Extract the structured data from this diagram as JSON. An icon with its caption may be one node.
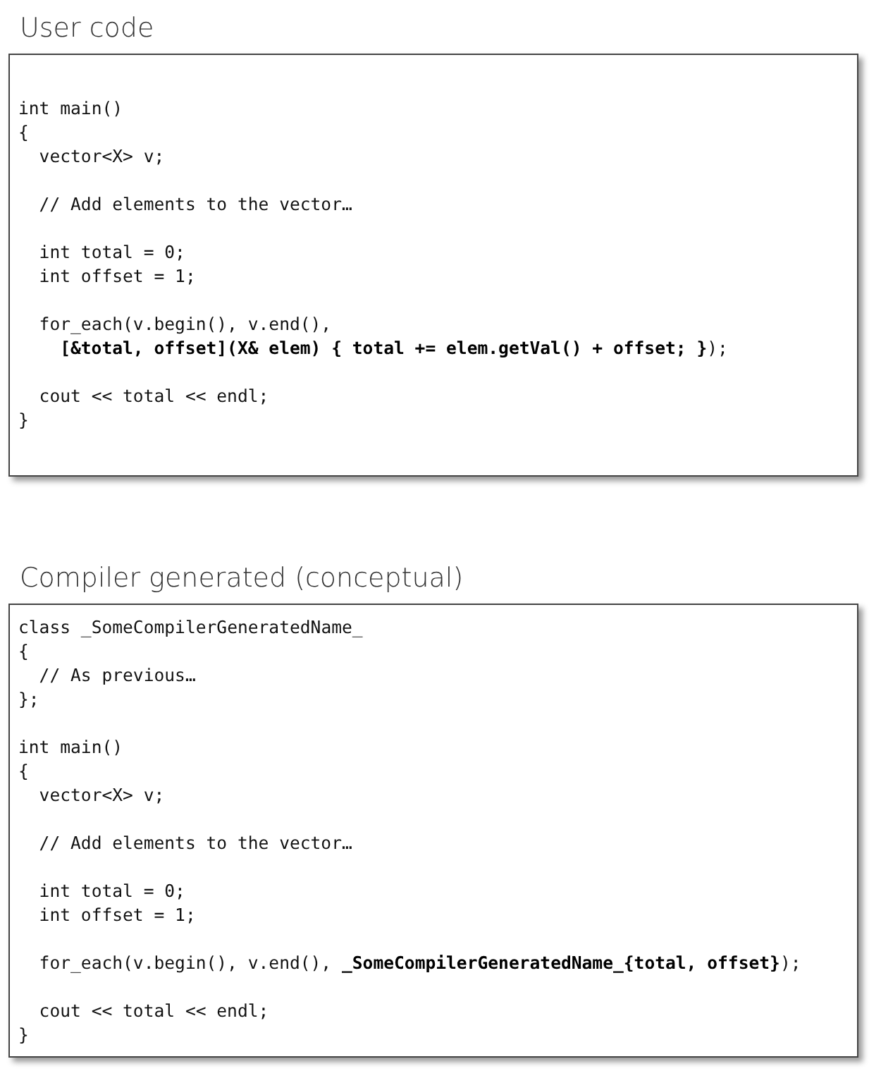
{
  "diagram": {
    "nodes": [
      {
        "text": [
          "User code",
          "int main()",
          "{",
          "vector<X> v;",
          "// Add elements to the vector…",
          "int total = 0;",
          "int offset = 1;",
          "for_each(v.begin(), v.end(),",
          "**[&total, offset](X& elem) { total += elem.getVal() + offset; }**);",
          "cout << total << endl;",
          "}"
        ]
      },
      {
        "text": [
          "Compiler generated (conceptual)",
          "class _SomeCompilerGeneratedName_",
          "{",
          "// As previous…",
          "};",
          "int main()",
          "{",
          "vector<X> v;",
          "// Add elements to the vector…",
          "int total = 0;",
          "int offset = 1;",
          "for_each(v.begin(), v.end(), **_SomeCompilerGeneratedName_{total, offset}**);",
          "cout << total << endl;",
          "}"
        ]
      }
    ]
  }
}
